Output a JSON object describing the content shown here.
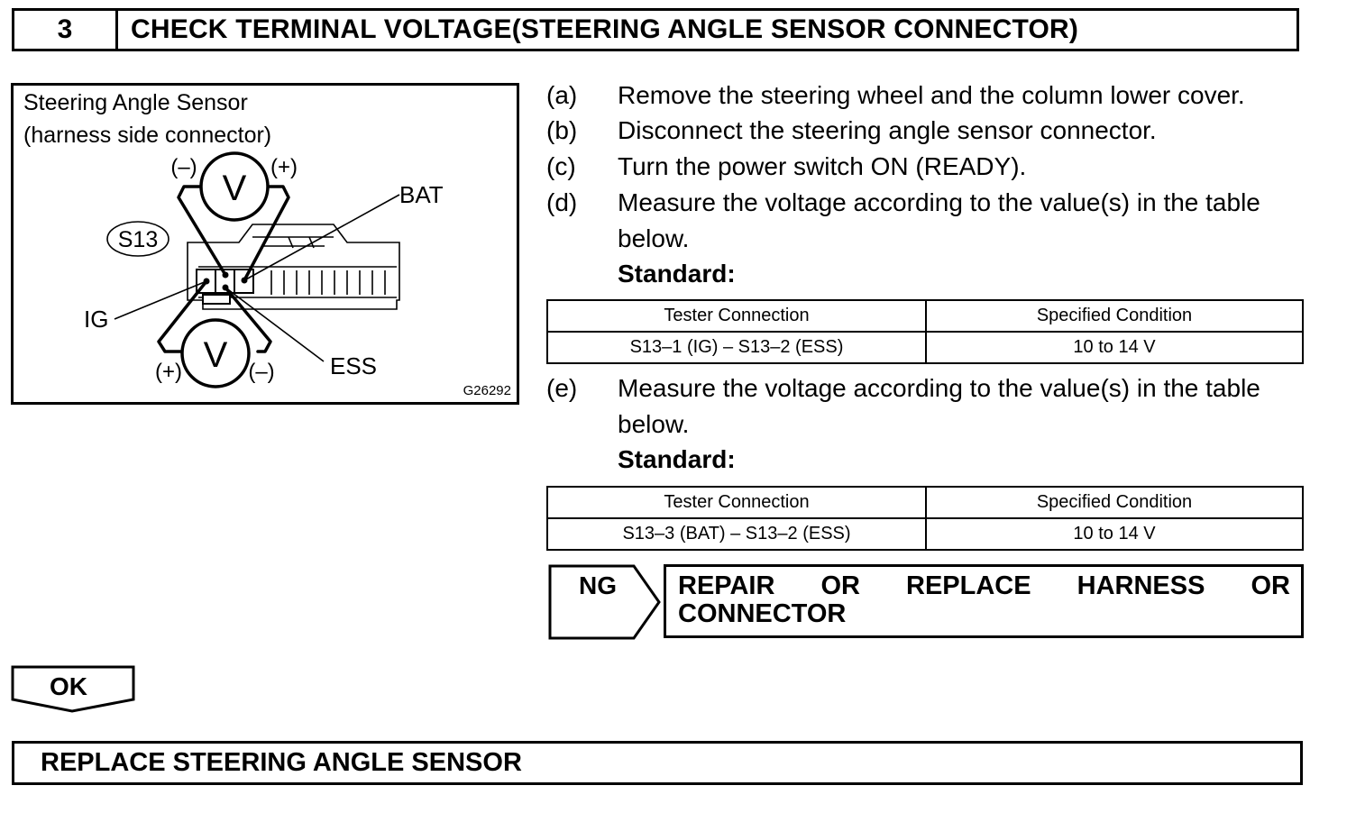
{
  "header": {
    "step_number": "3",
    "title": "CHECK TERMINAL VOLTAGE(STEERING ANGLE SENSOR CONNECTOR)"
  },
  "figure": {
    "title_line1": "Steering Angle Sensor",
    "title_line2": "(harness side connector)",
    "connector_id": "S13",
    "meter_symbol": "V",
    "top_meter_neg": "(–)",
    "top_meter_pos": "(+)",
    "bottom_meter_pos": "(+)",
    "bottom_meter_neg": "(–)",
    "pin_bat": "BAT",
    "pin_ig": "IG",
    "pin_ess": "ESS",
    "figure_code": "G26292"
  },
  "steps": [
    {
      "label": "(a)",
      "text": "Remove the steering wheel and the column lower cover."
    },
    {
      "label": "(b)",
      "text": "Disconnect the steering angle sensor connector."
    },
    {
      "label": "(c)",
      "text": "Turn the power switch ON (READY)."
    },
    {
      "label": "(d)",
      "text": "Measure the voltage according to the value(s) in the table below."
    },
    {
      "label": "(e)",
      "text": "Measure the voltage according to the value(s) in the table below."
    }
  ],
  "standard_label": "Standard:",
  "table1": {
    "headers": [
      "Tester Connection",
      "Specified Condition"
    ],
    "row": [
      "S13–1 (IG) – S13–2 (ESS)",
      "10 to 14 V"
    ]
  },
  "table2": {
    "headers": [
      "Tester Connection",
      "Specified Condition"
    ],
    "row": [
      "S13–3 (BAT) – S13–2 (ESS)",
      "10 to 14 V"
    ]
  },
  "ng": {
    "label": "NG",
    "line1_words": [
      "REPAIR",
      "OR",
      "REPLACE",
      "HARNESS",
      "OR"
    ],
    "line2": "CONNECTOR"
  },
  "ok": {
    "label": "OK"
  },
  "final": {
    "text": "REPLACE STEERING ANGLE SENSOR"
  }
}
